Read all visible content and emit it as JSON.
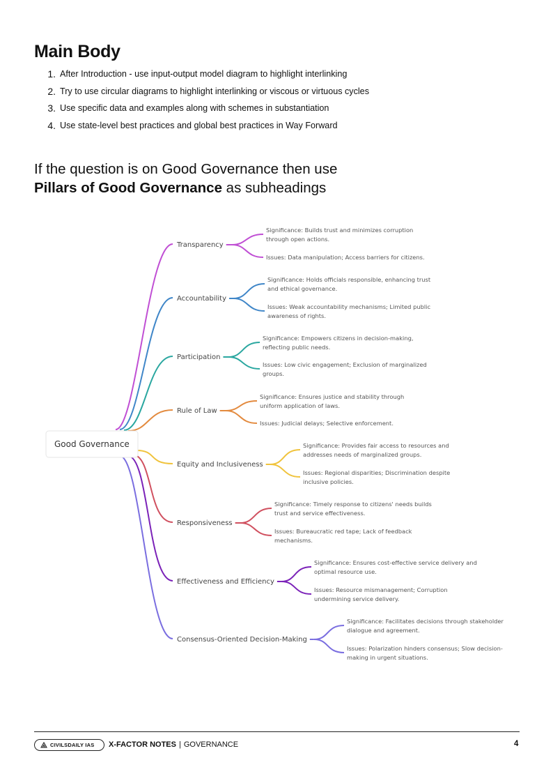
{
  "heading": "Main Body",
  "points": [
    {
      "num": "1.",
      "text": "After Introduction - use input-output model diagram to highlight interlinking"
    },
    {
      "num": "2.",
      "text": "Try to use circular diagrams to highlight interlinking or viscous or virtuous cycles"
    },
    {
      "num": "3.",
      "text": "Use specific data and examples along with schemes in substantiation"
    },
    {
      "num": "4.",
      "text": "Use state-level best practices and global best practices in Way Forward"
    }
  ],
  "subheading": {
    "line1": "If the question is on Good Governance then use",
    "bold": "Pillars of Good Governance",
    "rest": " as subheadings"
  },
  "mindmap": {
    "root": "Good Governance",
    "pillars": [
      {
        "name": "Transparency",
        "color": "#c04fd4",
        "significance": [
          "Significance: Builds trust and minimizes corruption",
          "through open actions."
        ],
        "issues": [
          "Issues: Data manipulation; Access barriers for citizens."
        ]
      },
      {
        "name": "Accountability",
        "color": "#3f86c8",
        "significance": [
          "Significance: Holds officials responsible, enhancing trust",
          "and ethical governance."
        ],
        "issues": [
          "Issues: Weak accountability mechanisms; Limited public",
          "awareness of rights."
        ]
      },
      {
        "name": "Participation",
        "color": "#2aa7a0",
        "significance": [
          "Significance: Empowers citizens in decision-making,",
          "reflecting public needs."
        ],
        "issues": [
          "Issues: Low civic engagement; Exclusion of marginalized",
          "groups."
        ]
      },
      {
        "name": "Rule of Law",
        "color": "#e38a3e",
        "significance": [
          "Significance: Ensures justice and stability through",
          "uniform application of laws."
        ],
        "issues": [
          "Issues: Judicial delays; Selective enforcement."
        ]
      },
      {
        "name": "Equity and Inclusiveness",
        "color": "#f0c33c",
        "significance": [
          "Significance: Provides fair access to resources and",
          "addresses needs of marginalized groups."
        ],
        "issues": [
          "Issues: Regional disparities; Discrimination despite",
          "inclusive policies."
        ]
      },
      {
        "name": "Responsiveness",
        "color": "#d0505f",
        "significance": [
          "Significance: Timely response to citizens' needs builds",
          "trust and service effectiveness."
        ],
        "issues": [
          "Issues: Bureaucratic red tape; Lack of feedback",
          "mechanisms."
        ]
      },
      {
        "name": "Effectiveness and Efficiency",
        "color": "#7b22b8",
        "significance": [
          "Significance: Ensures cost-effective service delivery and",
          "optimal resource use."
        ],
        "issues": [
          "Issues: Resource mismanagement; Corruption",
          "undermining service delivery."
        ]
      },
      {
        "name": "Consensus-Oriented Decision-Making",
        "color": "#7a6ee0",
        "significance": [
          "Significance: Facilitates decisions through stakeholder",
          "dialogue and agreement."
        ],
        "issues": [
          "Issues: Polarization hinders consensus; Slow decision-",
          "making in urgent situations."
        ]
      }
    ]
  },
  "footer": {
    "logo": "CIVILSDAILY IAS",
    "title": "X-FACTOR NOTES",
    "separator": "|",
    "section": "GOVERNANCE",
    "page": "4"
  }
}
